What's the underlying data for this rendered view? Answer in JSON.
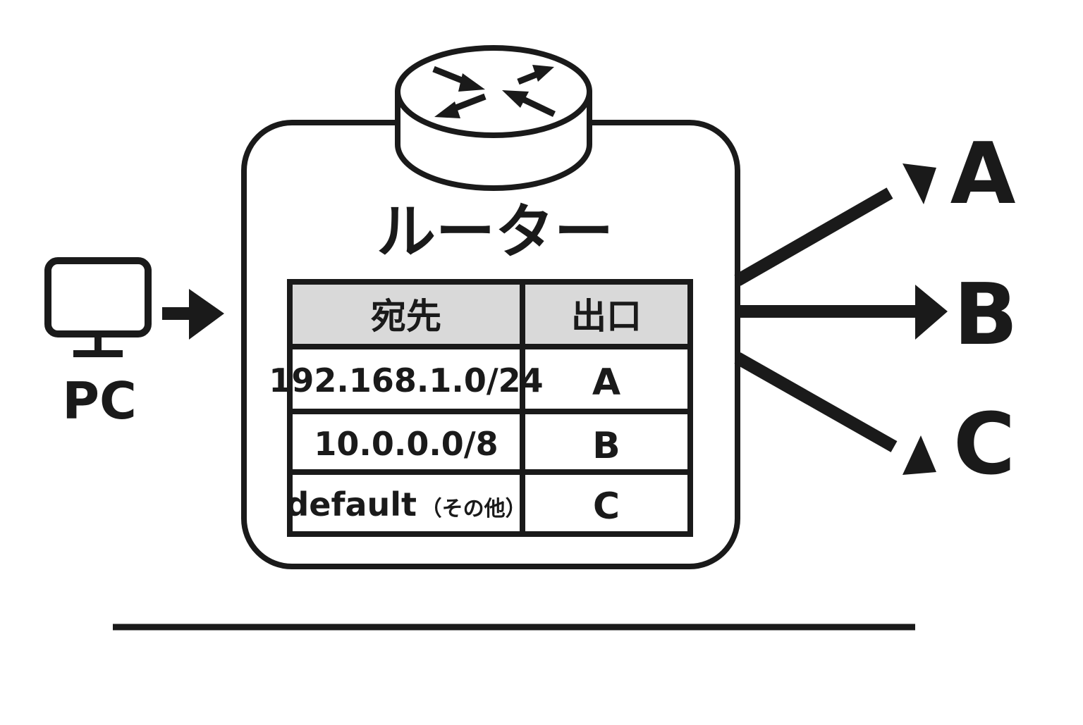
{
  "pc": {
    "label": "PC",
    "icon": "monitor-icon"
  },
  "router": {
    "title": "ルーター",
    "icon": "router-icon",
    "table": {
      "headers": [
        "宛先",
        "出口"
      ],
      "rows": [
        {
          "destination": "192.168.1.0/24",
          "destination_suffix": "",
          "exit": "A"
        },
        {
          "destination": "10.0.0.0/8",
          "destination_suffix": "",
          "exit": "B"
        },
        {
          "destination": "default",
          "destination_suffix": "（その他）",
          "exit": "C"
        }
      ]
    }
  },
  "outputs": [
    "A",
    "B",
    "C"
  ],
  "colors": {
    "ink": "#1a1a1a",
    "header_fill": "#d9d9d9",
    "background": "#ffffff"
  }
}
